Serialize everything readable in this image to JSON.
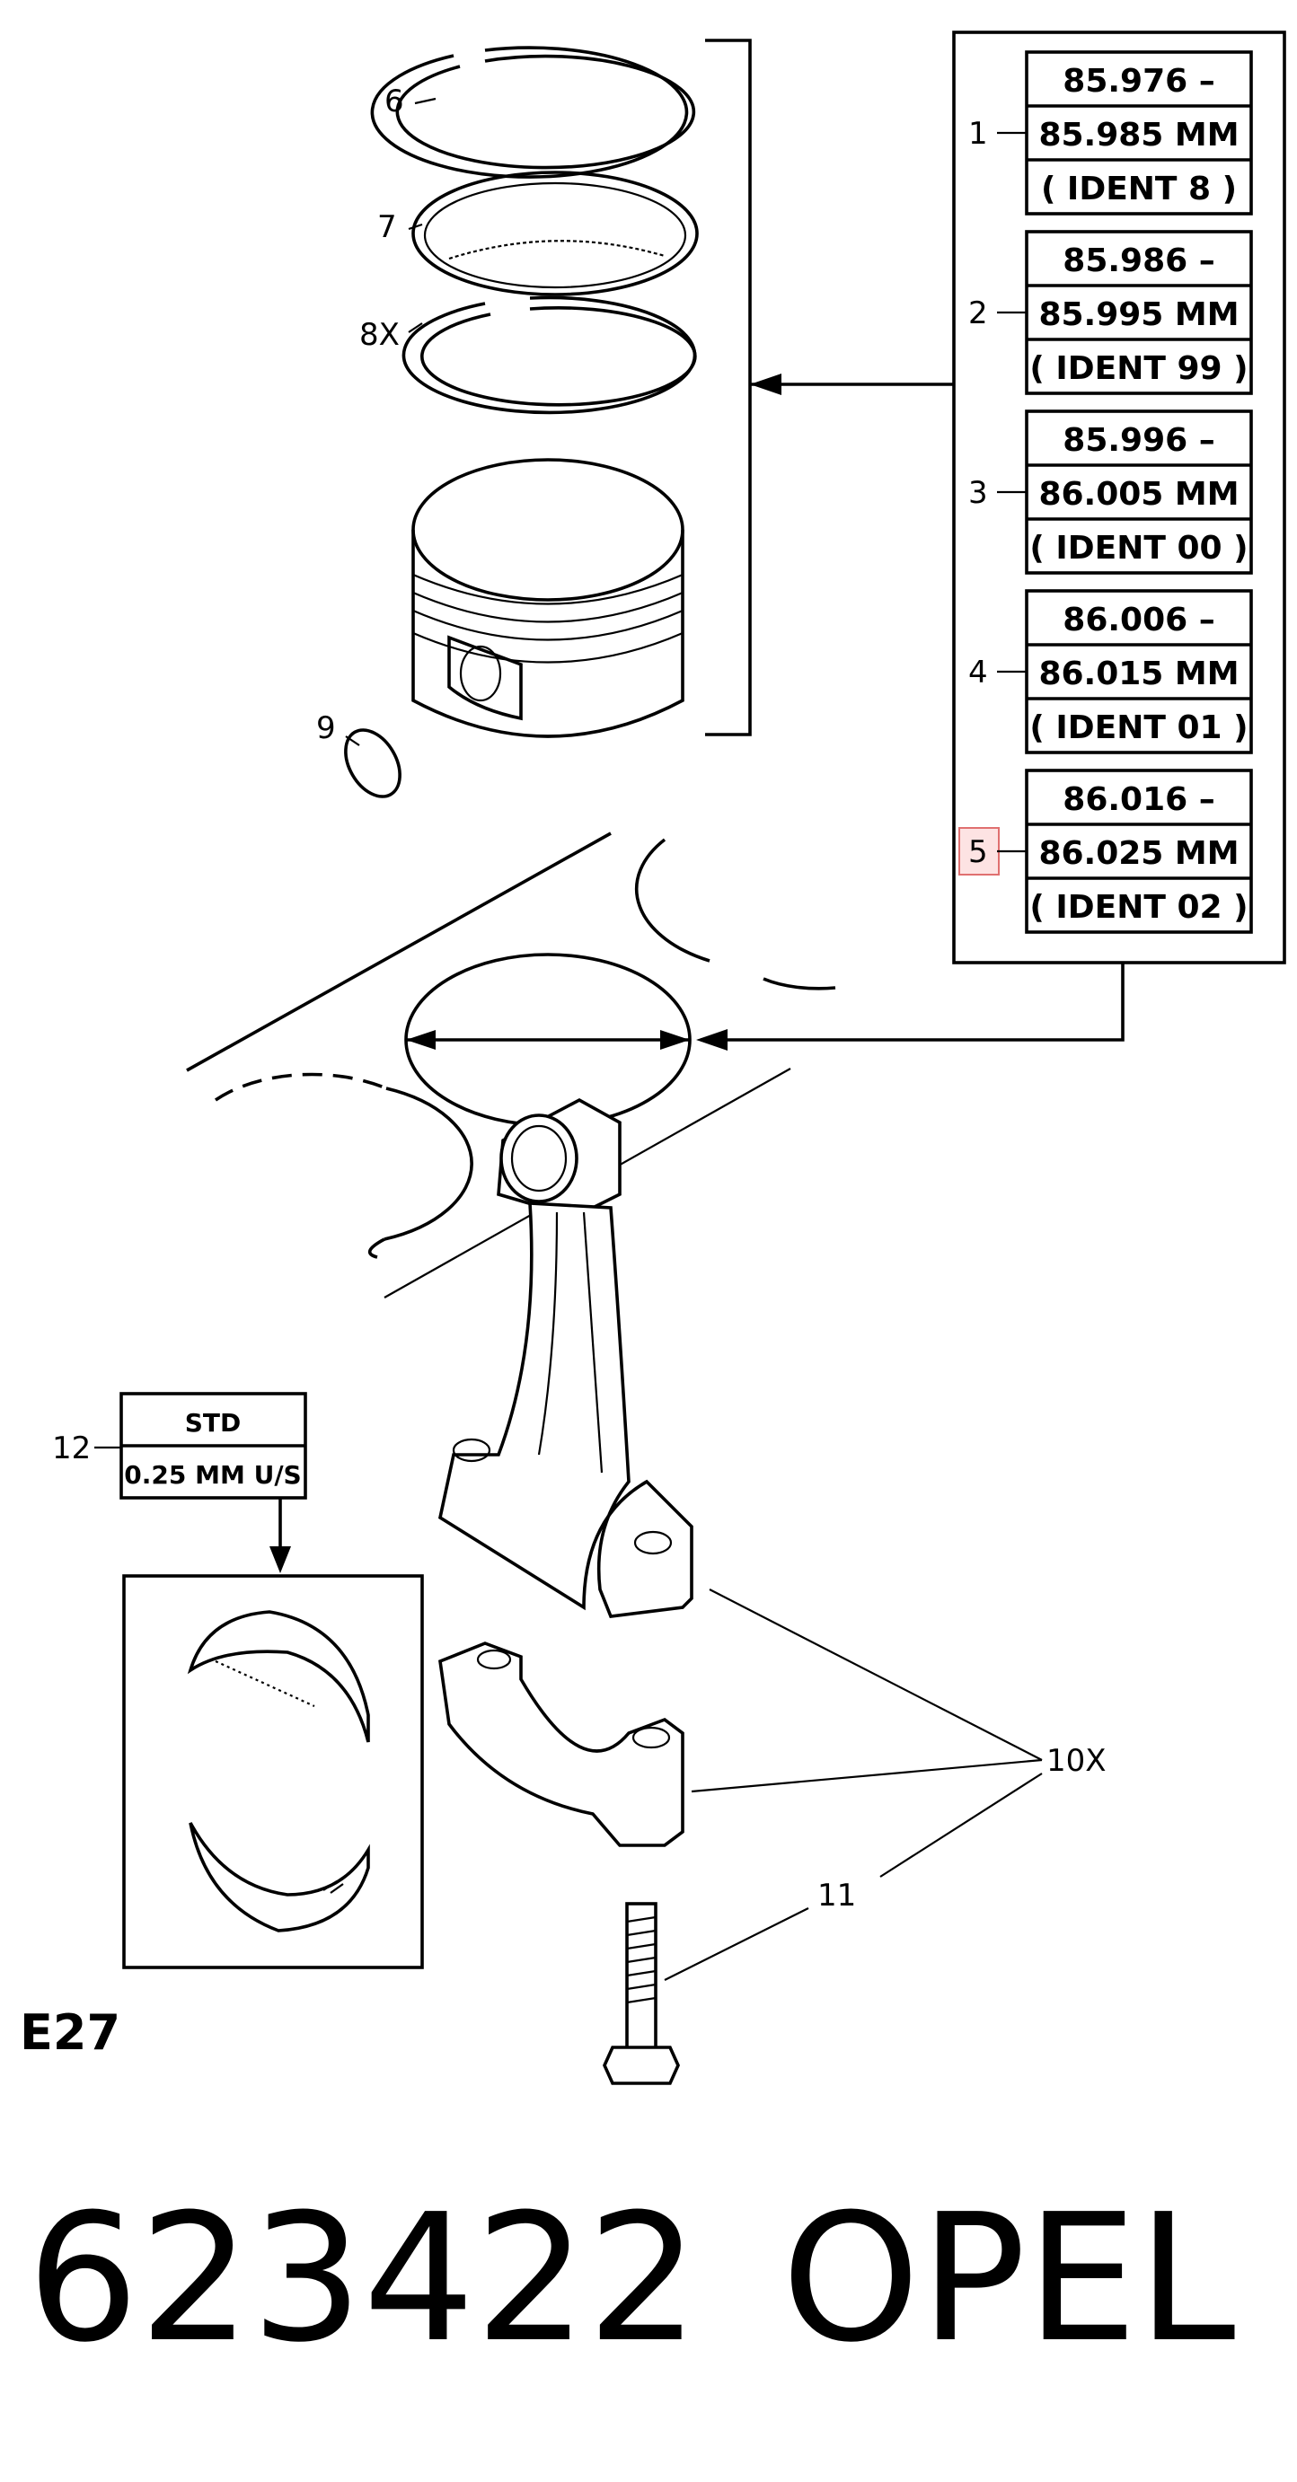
{
  "callouts": {
    "c6": "6",
    "c7": "7",
    "c8": "8X",
    "c9": "9",
    "c1": "1",
    "c2": "2",
    "c3": "3",
    "c4": "4",
    "c5": "5",
    "c10": "10X",
    "c11": "11",
    "c12": "12"
  },
  "size_table": [
    {
      "min": "85.976 –",
      "max": "85.985 MM",
      "ident": "( IDENT 8 )"
    },
    {
      "min": "85.986 –",
      "max": "85.995 MM",
      "ident": "( IDENT 99 )"
    },
    {
      "min": "85.996 –",
      "max": "86.005 MM",
      "ident": "( IDENT 00 )"
    },
    {
      "min": "86.006 –",
      "max": "86.015 MM",
      "ident": "( IDENT 01 )"
    },
    {
      "min": "86.016 –",
      "max": "86.025 MM",
      "ident": "( IDENT 02 )"
    }
  ],
  "bearing_box": {
    "row1": "STD",
    "row2": "0.25 MM U/S"
  },
  "highlighted_callout": "5",
  "highlight_color": "#e07070",
  "engine_code": "E27",
  "footer": {
    "part_number": "623422",
    "brand": "OPEL"
  }
}
